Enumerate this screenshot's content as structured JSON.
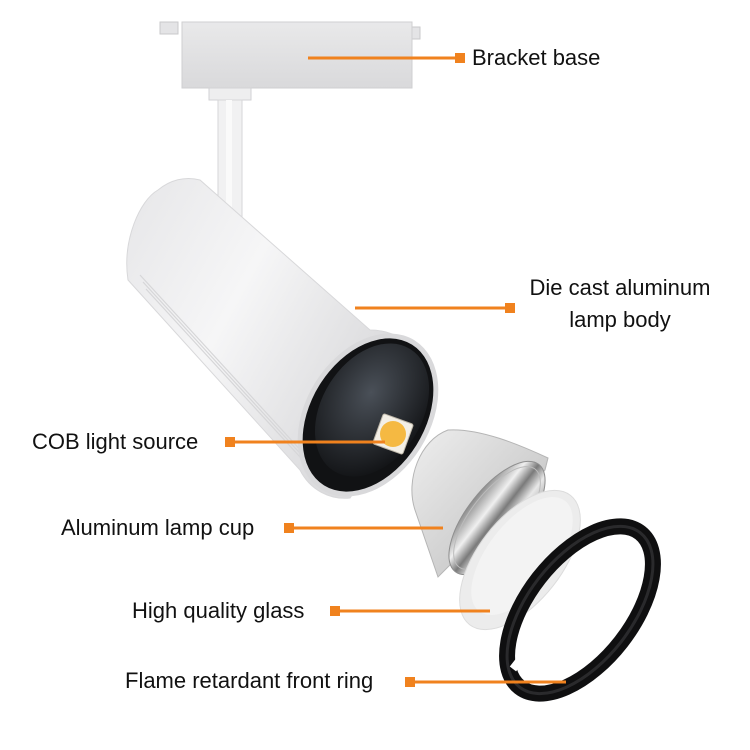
{
  "diagram": {
    "title": "",
    "accent_color": "#f0821e",
    "components": [
      {
        "id": "bracket",
        "label": "Bracket base"
      },
      {
        "id": "body",
        "label_line1": "Die cast aluminum",
        "label_line2": "lamp body"
      },
      {
        "id": "cob",
        "label": "COB light source"
      },
      {
        "id": "cup",
        "label": "Aluminum lamp cup"
      },
      {
        "id": "glass",
        "label": "High quality glass"
      },
      {
        "id": "ring",
        "label": "Flame retardant front ring"
      }
    ]
  }
}
